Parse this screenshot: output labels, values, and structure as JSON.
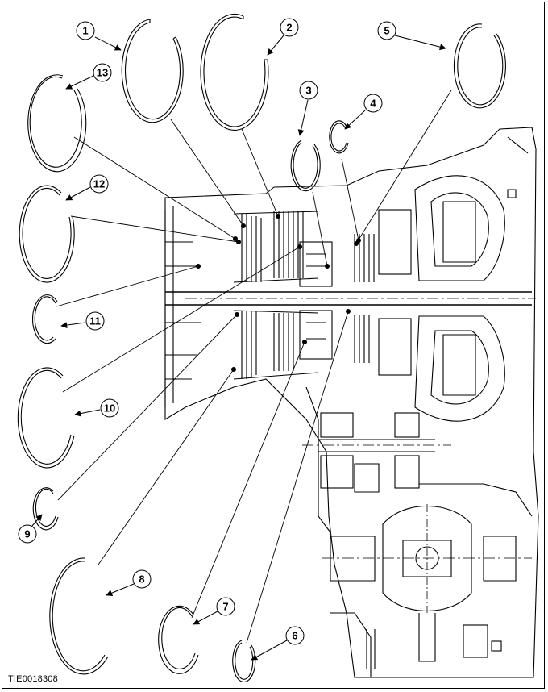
{
  "figure_id": "TIE0018308",
  "callouts": [
    {
      "number": "1",
      "part": "snap ring"
    },
    {
      "number": "2",
      "part": "snap ring"
    },
    {
      "number": "3",
      "part": "snap ring"
    },
    {
      "number": "4",
      "part": "snap ring"
    },
    {
      "number": "5",
      "part": "snap ring"
    },
    {
      "number": "6",
      "part": "snap ring"
    },
    {
      "number": "7",
      "part": "snap ring"
    },
    {
      "number": "8",
      "part": "snap ring"
    },
    {
      "number": "9",
      "part": "snap ring"
    },
    {
      "number": "10",
      "part": "snap ring"
    },
    {
      "number": "11",
      "part": "snap ring"
    },
    {
      "number": "12",
      "part": "snap ring"
    },
    {
      "number": "13",
      "part": "snap ring"
    }
  ],
  "colors": {
    "ink": "#000000",
    "paper": "#ffffff"
  }
}
